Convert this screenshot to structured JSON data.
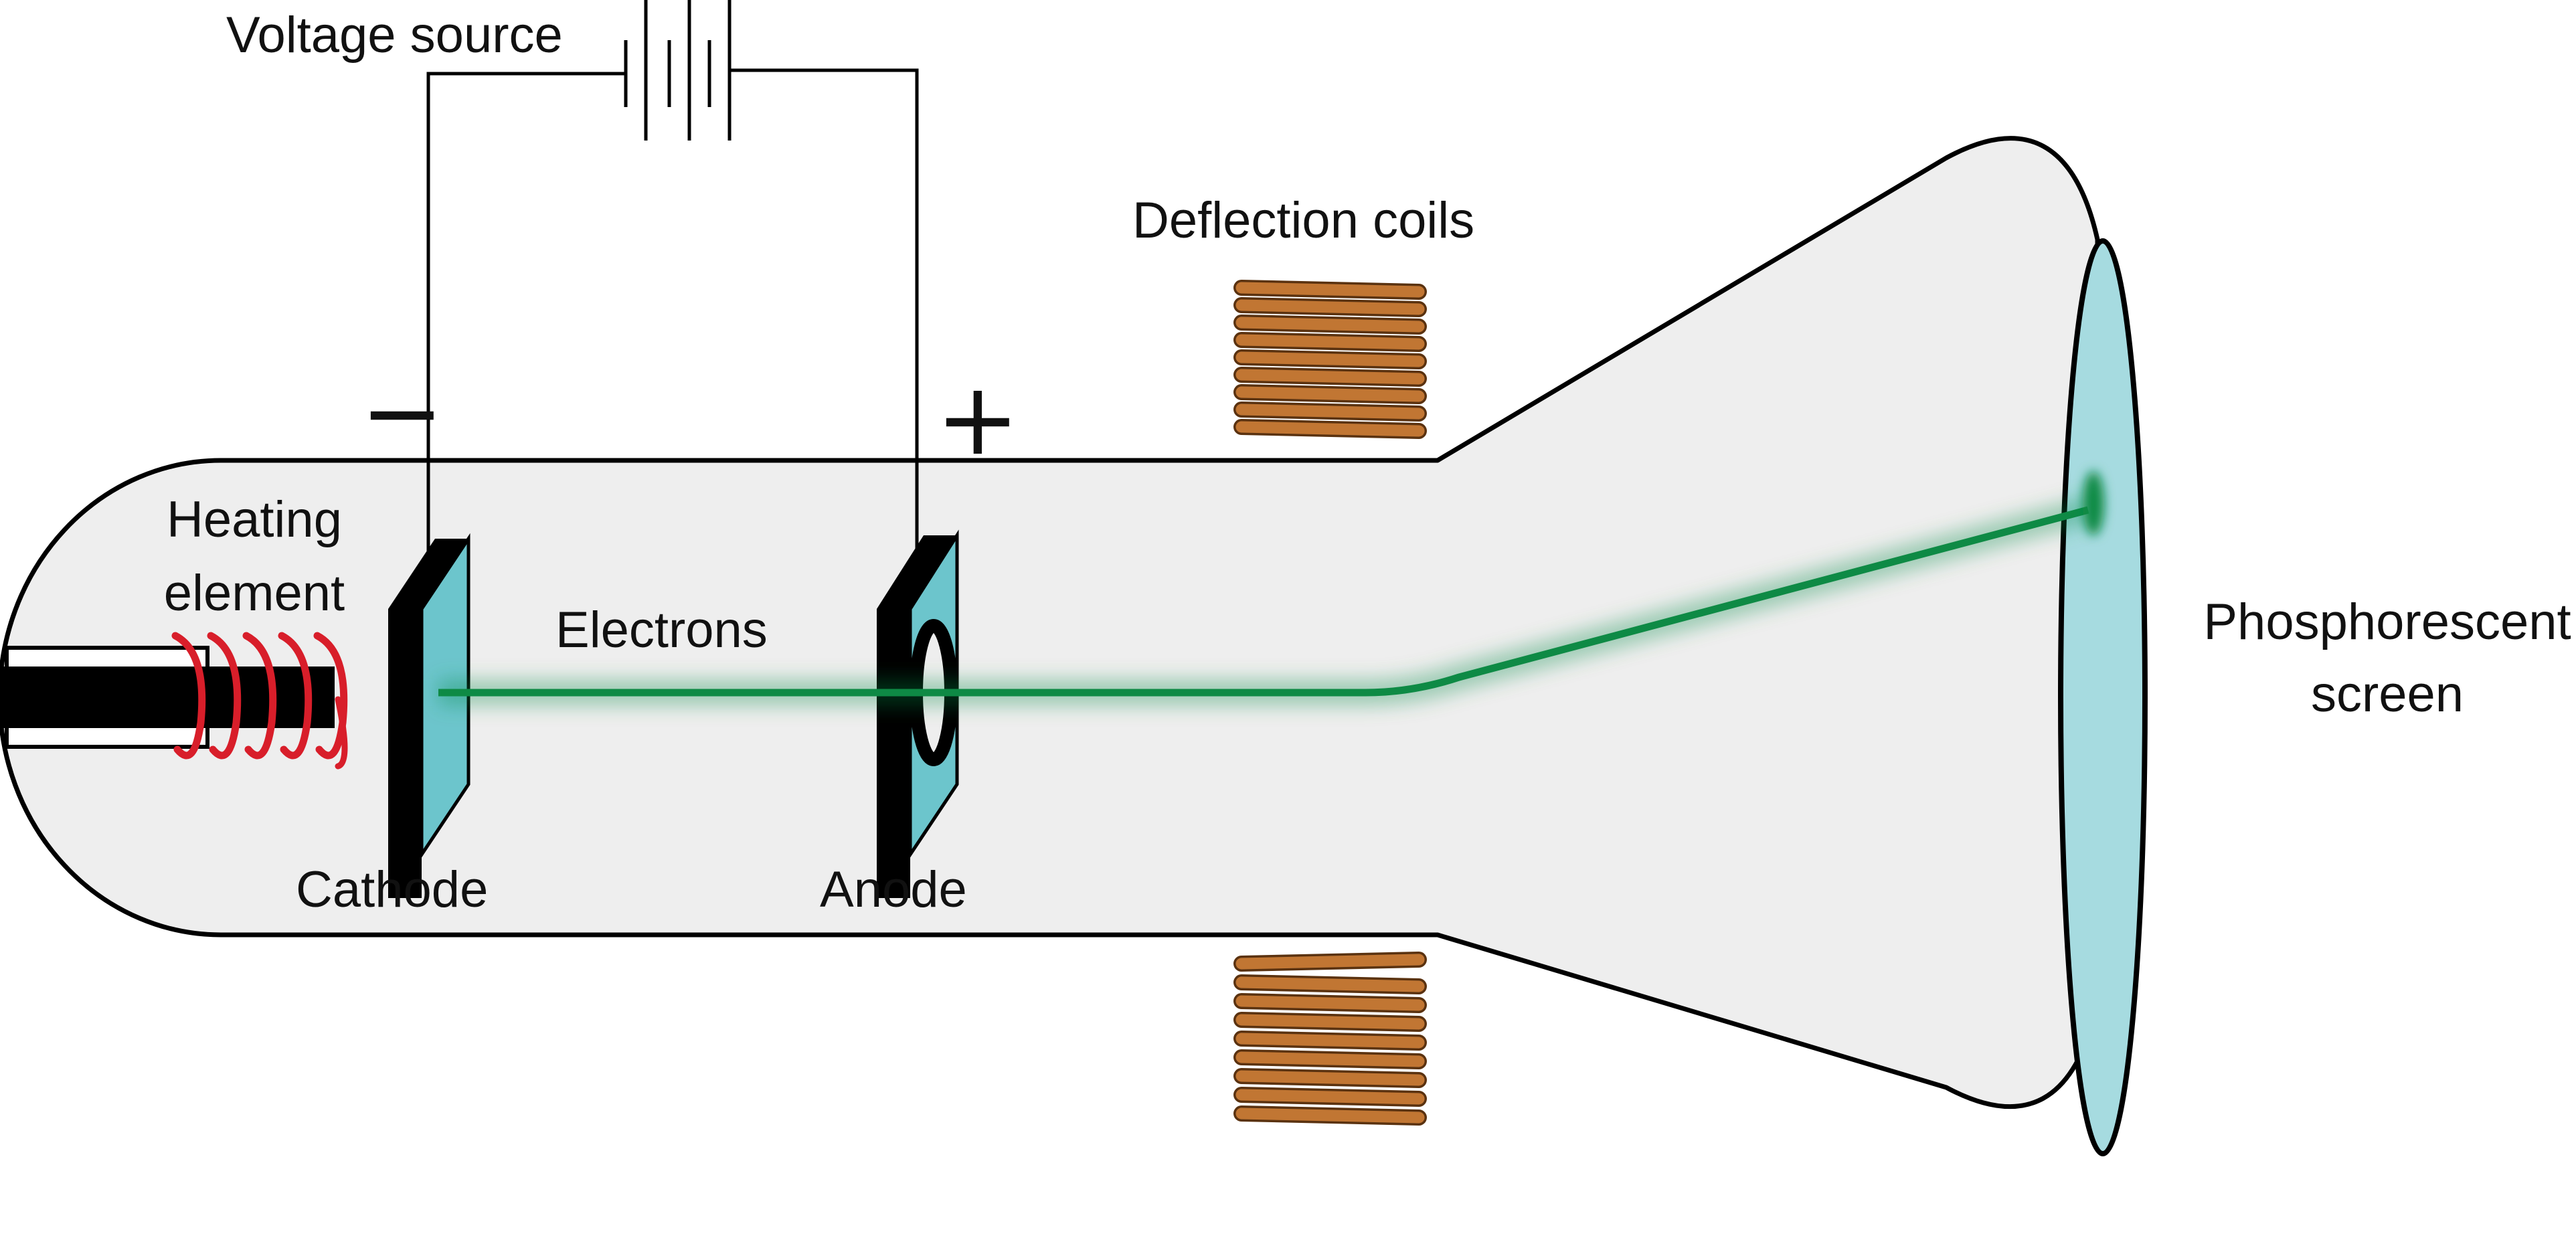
{
  "labels": {
    "voltage_source": "Voltage source",
    "deflection_coils": "Deflection coils",
    "heating_line1": "Heating",
    "heating_line2": "element",
    "electrons": "Electrons",
    "cathode": "Cathode",
    "anode": "Anode",
    "screen_line1": "Phosphorescent",
    "screen_line2": "screen",
    "minus": "−",
    "plus": "+"
  },
  "colors": {
    "tube_fill": "#eeeeee",
    "outline": "#000000",
    "electrode": "#6cc5cc",
    "screen": "#a6dbe0",
    "beam": "#0e8a45",
    "coil": "#b8692b",
    "heater": "#d81e2a"
  }
}
